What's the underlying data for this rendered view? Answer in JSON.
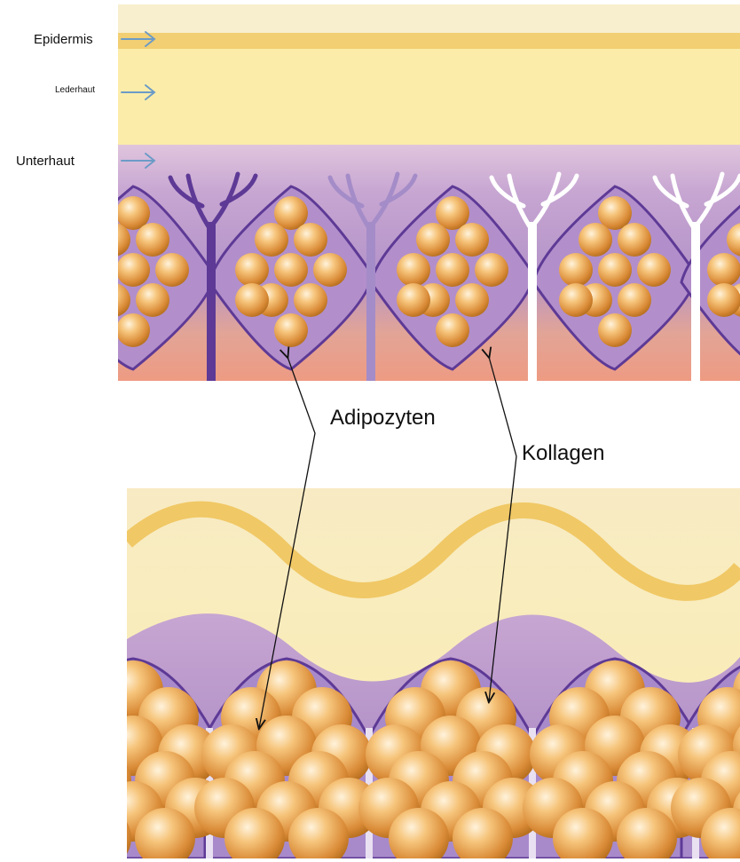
{
  "layers": {
    "epidermis": "Epidermis",
    "lederhaut": "Lederhaut",
    "unterhaut": "Unterhaut"
  },
  "callouts": {
    "adipozyten": "Adipozyten",
    "kollagen": "Kollagen"
  },
  "colors": {
    "epidermis_band": "#F2CF72",
    "lederhaut": "#FBEDA9",
    "unterhaut_top": "#D9B8D8",
    "unterhaut_mid": "#B894C8",
    "unterhaut_bottom": "#E8A08A",
    "septum": "#5E3A96",
    "fat_cell": "#F0B25C",
    "arrow_blue": "#6C9BC7"
  },
  "icons": {
    "layer_arrow": "arrow-right-icon"
  }
}
